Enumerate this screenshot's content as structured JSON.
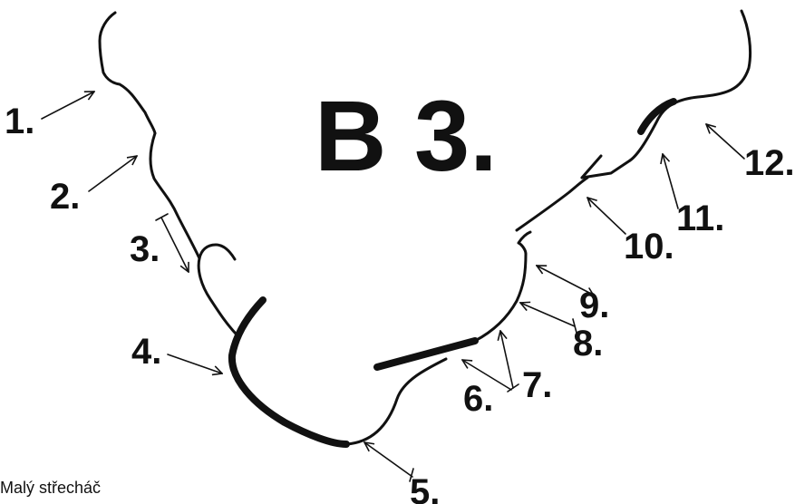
{
  "title": "B 3.",
  "caption": "Malý střecháč",
  "labels": [
    "1.",
    "2.",
    "3.",
    "4.",
    "5.",
    "6.",
    "7.",
    "8.",
    "9.",
    "10.",
    "11.",
    "12."
  ],
  "colors": {
    "ink": "#111111",
    "background": "#ffffff"
  }
}
